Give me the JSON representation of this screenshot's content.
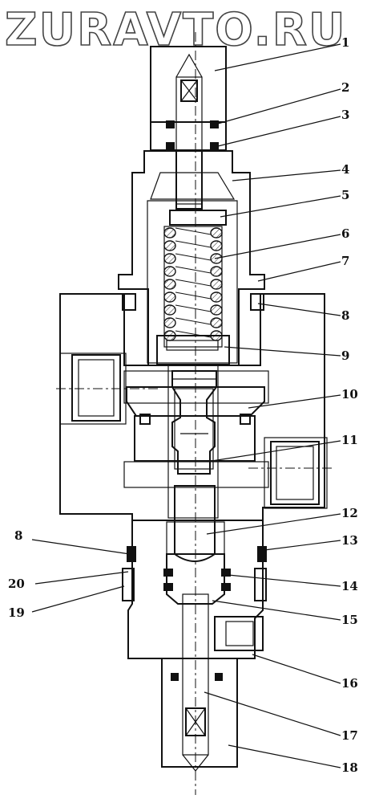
{
  "watermark": "ZURAVTO.RU",
  "callouts": [
    {
      "id": "1",
      "label": "1"
    },
    {
      "id": "2",
      "label": "2"
    },
    {
      "id": "3",
      "label": "3"
    },
    {
      "id": "4",
      "label": "4"
    },
    {
      "id": "5",
      "label": "5"
    },
    {
      "id": "6",
      "label": "6"
    },
    {
      "id": "7",
      "label": "7"
    },
    {
      "id": "8r",
      "label": "8"
    },
    {
      "id": "9",
      "label": "9"
    },
    {
      "id": "10",
      "label": "10"
    },
    {
      "id": "11",
      "label": "11"
    },
    {
      "id": "12",
      "label": "12"
    },
    {
      "id": "13",
      "label": "13"
    },
    {
      "id": "14",
      "label": "14"
    },
    {
      "id": "15",
      "label": "15"
    },
    {
      "id": "16",
      "label": "16"
    },
    {
      "id": "17",
      "label": "17"
    },
    {
      "id": "18",
      "label": "18"
    },
    {
      "id": "8l",
      "label": "8"
    },
    {
      "id": "20",
      "label": "20"
    },
    {
      "id": "19",
      "label": "19"
    }
  ]
}
